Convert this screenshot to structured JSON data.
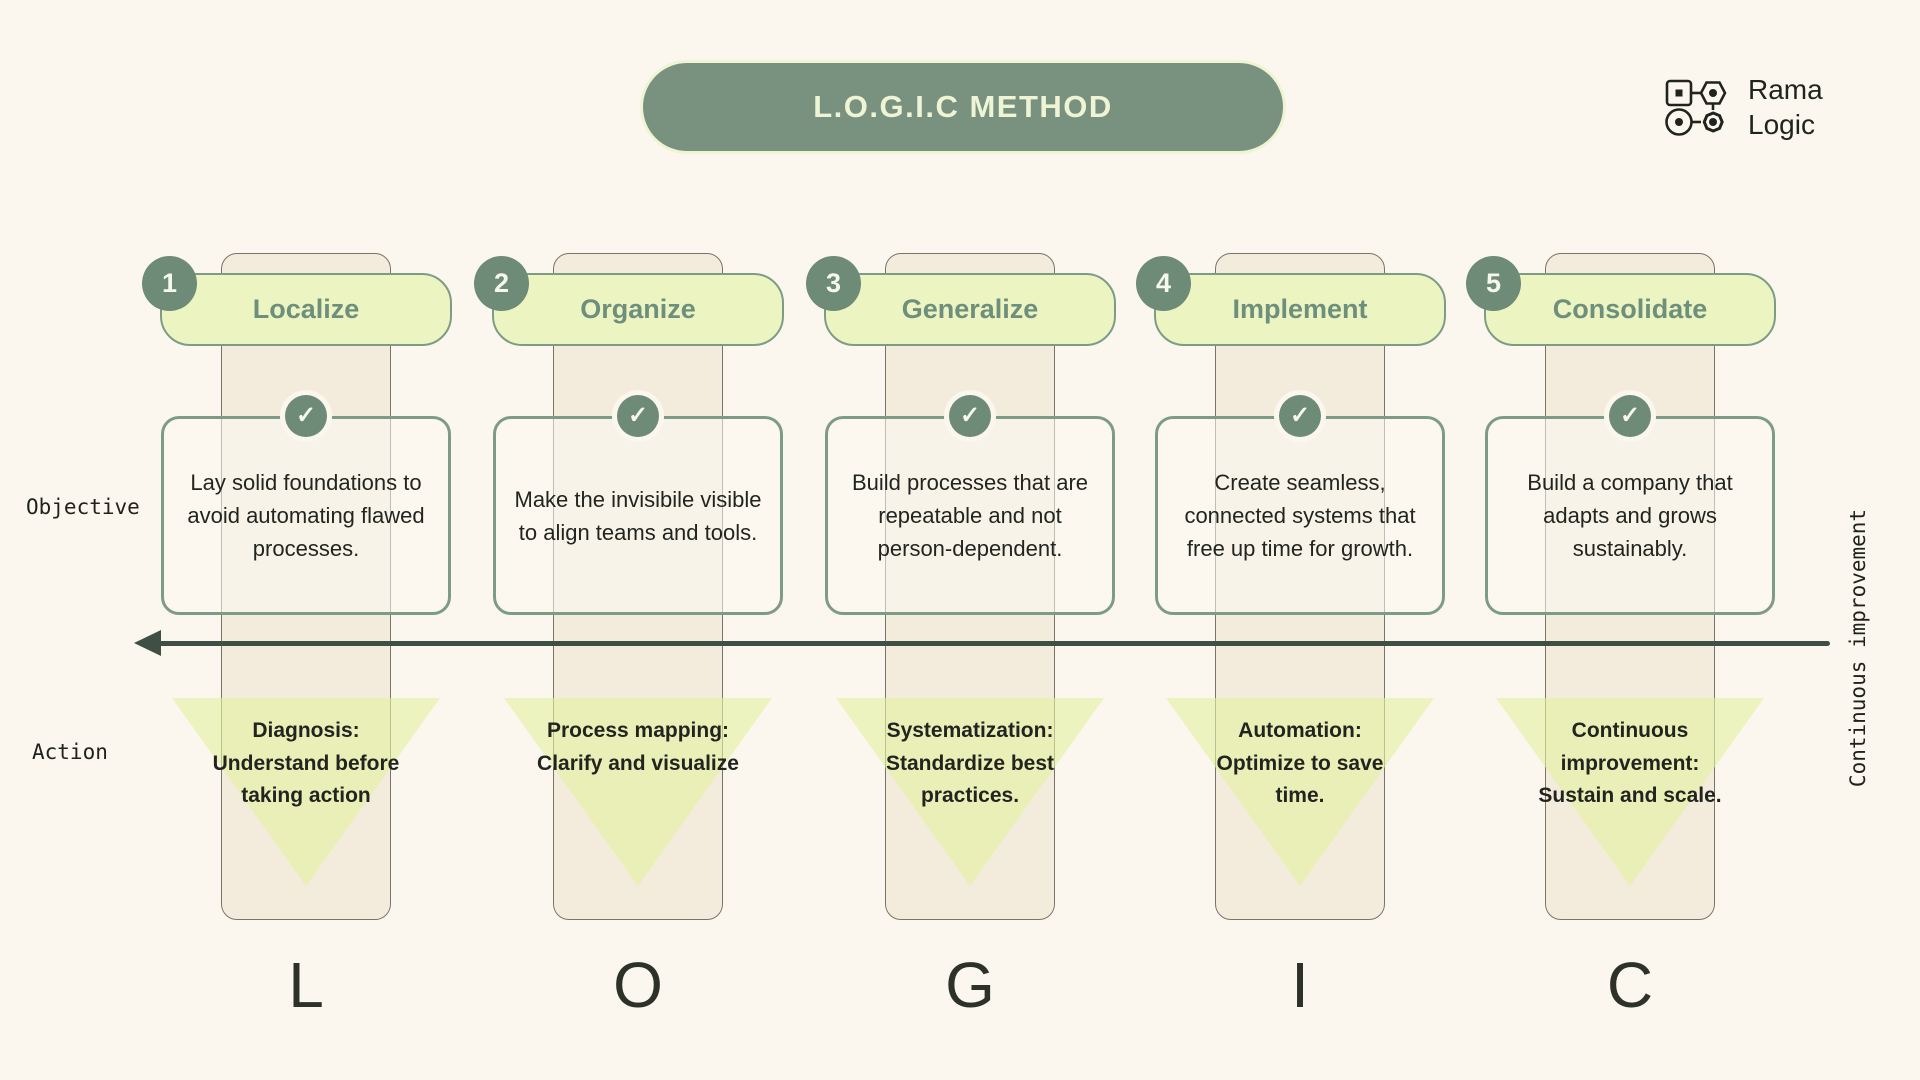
{
  "title": "L.O.G.I.C METHOD",
  "brand": {
    "line1": "Rama",
    "line2": "Logic",
    "icon": "rama-logic-network-icon"
  },
  "row_labels": {
    "objective": "Objective",
    "action": "Action",
    "right_vertical": "Continuous improvement"
  },
  "icons": {
    "check": "✓"
  },
  "colors": {
    "background": "#fcf7ee",
    "sage_dark": "#6d8b77",
    "title_pill_bg": "#78927f",
    "title_text": "#eff4d5",
    "pill_light_bg": "#ecf4c2",
    "pill_border": "#7d9c86",
    "pill_text": "#6d8f7c",
    "column_bar_bg": "#f3ecdd",
    "triangle": "#e4f1a0",
    "arrow": "#3f4f44",
    "dark_text": "#22251f"
  },
  "columns": [
    {
      "number": "1",
      "name": "Localize",
      "letter": "L",
      "objective": "Lay solid foundations to avoid automating flawed processes.",
      "action": "Diagnosis: Understand before taking action"
    },
    {
      "number": "2",
      "name": "Organize",
      "letter": "O",
      "objective": "Make the invisibile visible to align teams and tools.",
      "action": "Process mapping: Clarify and visualize"
    },
    {
      "number": "3",
      "name": "Generalize",
      "letter": "G",
      "objective": "Build processes that are repeatable and not person-dependent.",
      "action": "Systematization: Standardize best practices."
    },
    {
      "number": "4",
      "name": "Implement",
      "letter": "I",
      "objective": "Create seamless, connected systems that free up time for growth.",
      "action": "Automation: Optimize to save time."
    },
    {
      "number": "5",
      "name": "Consolidate",
      "letter": "C",
      "objective": "Build a company that adapts and grows sustainably.",
      "action": "Continuous improvement: Sustain and scale."
    }
  ]
}
